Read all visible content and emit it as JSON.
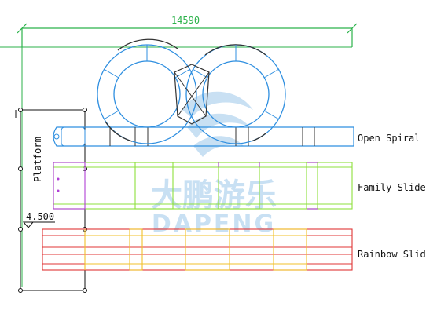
{
  "drawing": {
    "overall_dimension": "14590",
    "platform_label": "Platform",
    "elevation_label": "4.500"
  },
  "slides": [
    {
      "label": "Open Spiral S",
      "color": "#2f8fe0"
    },
    {
      "label": "Family Slide",
      "color": "#8ee03c"
    },
    {
      "label": "Rainbow Slide",
      "color": "#e03434"
    }
  ],
  "watermark": {
    "chinese": "大鹏游乐",
    "latin": "DAPENG"
  },
  "colors": {
    "dimension_line": "#2bb24a",
    "spiral_blue": "#2f8fe0",
    "spiral_dark": "#333333",
    "family_purple": "#b13fd6",
    "family_green": "#8ee03c",
    "rainbow_red": "#e03434",
    "rainbow_yellow": "#f2c12b",
    "platform_black": "#111111",
    "watermark": "#9cc7ea"
  }
}
